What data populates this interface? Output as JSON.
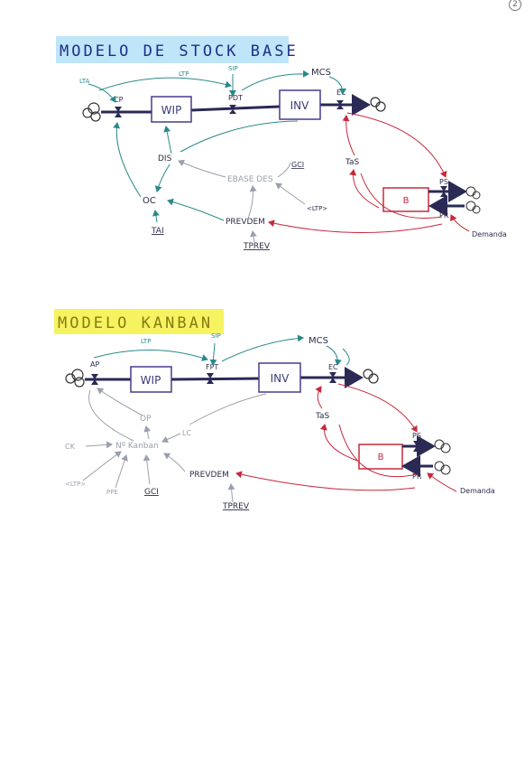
{
  "page_number": "2",
  "sections": [
    {
      "id": "stock_base",
      "title": "MODELO DE STOCK BASE",
      "title_highlight": "#6ec6f0",
      "stocks": [
        {
          "id": "wip",
          "label": "WIP"
        },
        {
          "id": "inv",
          "label": "INV"
        },
        {
          "id": "b",
          "label": "B"
        }
      ],
      "flow_labels": [
        "CP",
        "PDT",
        "EC",
        "PS",
        "PR"
      ],
      "variables": [
        "MCS",
        "DIS",
        "OC",
        "EBASE DES",
        "PREVDEM",
        "TaS"
      ],
      "parameters": [
        "LTA",
        "LTP",
        "SIP",
        "TAI",
        "TPREV",
        "GCI",
        "<LTP>",
        "Demanda"
      ]
    },
    {
      "id": "kanban",
      "title": "MODELO KANBAN",
      "title_highlight": "#f4f03a",
      "stocks": [
        {
          "id": "wip",
          "label": "WIP"
        },
        {
          "id": "inv",
          "label": "INV"
        },
        {
          "id": "b",
          "label": "B"
        }
      ],
      "flow_labels": [
        "AP",
        "FPT",
        "EC",
        "PS",
        "PR"
      ],
      "variables": [
        "MCS",
        "OP",
        "Nº Kanban",
        "PREVDEM",
        "TaS"
      ],
      "parameters": [
        "LTP",
        "SIP",
        "CK",
        "LC",
        "<LTP>",
        "PPE",
        "GCI",
        "TPREV",
        "Demanda"
      ]
    }
  ],
  "colors": {
    "stock_outline": "#4a3a8c",
    "flow_pipe": "#2a2a55",
    "teal_link": "#2a8a8a",
    "red_link": "#c8283c",
    "gray_link": "#9aa0ac",
    "label_dark": "#2c2c4a"
  }
}
